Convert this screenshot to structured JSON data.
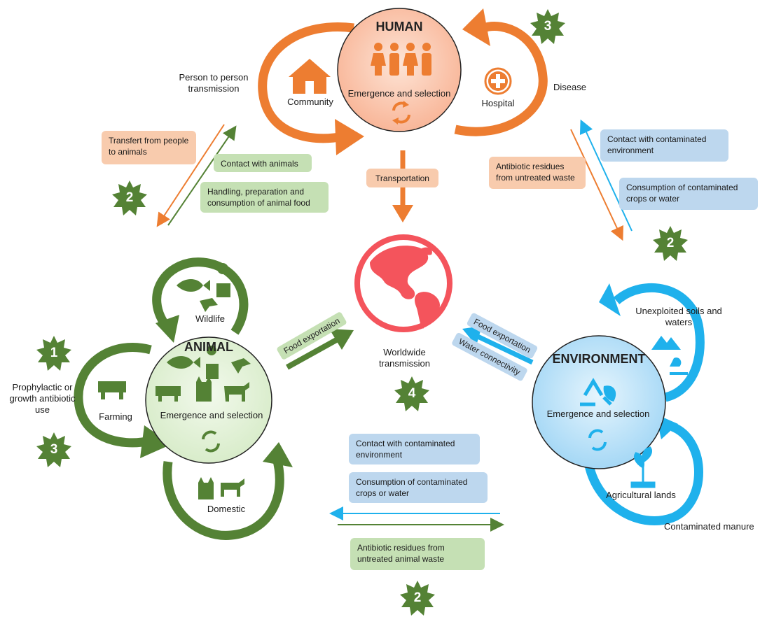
{
  "human": {
    "title": "HUMAN",
    "subtitle": "Emergence and selection",
    "community": "Community",
    "hospital": "Hospital",
    "person_to_person": "Person to person transmission",
    "disease": "Disease"
  },
  "animal": {
    "title": "ANIMAL",
    "subtitle": "Emergence and selection",
    "wildlife": "Wildlife",
    "farming": "Farming",
    "domestic": "Domestic",
    "prophylactic": "Prophylactic or growth antibiotic use"
  },
  "environment": {
    "title": "ENVIRONMENT",
    "subtitle": "Emergence and selection",
    "unexploited": "Unexploited soils and waters",
    "agricultural": "Agricultural lands",
    "manure": "Contaminated manure"
  },
  "world": {
    "label": "Worldwide transmission",
    "transportation": "Transportation",
    "food_export_left": "Food exportation",
    "food_export_right": "Food exportation",
    "water_connectivity": "Water connectivity"
  },
  "human_animal": {
    "transfer": "Transfert from people to animals",
    "contact": "Contact with animals",
    "handling": "Handling, preparation and consumption of animal food"
  },
  "human_environment": {
    "contact": "Contact with contaminated environment",
    "consumption": "Consumption of contaminated crops or water",
    "residues": "Antibiotic residues from untreated waste"
  },
  "animal_environment": {
    "contact": "Contact with contaminated environment",
    "consumption": "Consumption of contaminated crops or water",
    "residues": "Antibiotic residues from untreated  animal waste"
  },
  "badges": {
    "human_3": "3",
    "human_animal_2": "2",
    "human_env_2": "2",
    "animal_1": "1",
    "animal_3": "3",
    "world_4": "4",
    "animal_env_2": "2"
  },
  "colors": {
    "orange": "#ed7d31",
    "green": "#548235",
    "blue": "#1fb1ec",
    "human_fill": "#fbc9b2",
    "animal_fill": "#e2f0d9",
    "env_fill": "#bde3fa",
    "globe": "#f4545c"
  }
}
